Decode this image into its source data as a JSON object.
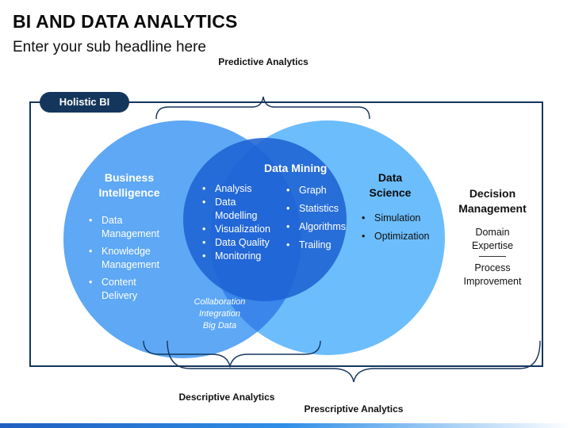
{
  "header": {
    "title": "BI AND DATA ANALYTICS",
    "subtitle": "Enter your sub headline here"
  },
  "badge": {
    "label": "Holistic BI"
  },
  "bracket_labels": {
    "predictive": "Predictive Analytics",
    "descriptive": "Descriptive Analytics",
    "prescriptive": "Prescriptive Analytics"
  },
  "business_intelligence": {
    "title_line1": "Business",
    "title_line2": "Intelligence",
    "items": [
      [
        "Data",
        "Management"
      ],
      [
        "Knowledge",
        "Management"
      ],
      [
        "Content",
        "Delivery"
      ]
    ]
  },
  "overlap": {
    "items": [
      "Analysis",
      "Data",
      "Modelling",
      "Visualization",
      "Data Quality",
      "Monitoring"
    ],
    "collab": [
      "Collaboration",
      "Integration",
      "Big Data"
    ]
  },
  "data_mining": {
    "title": "Data Mining",
    "items": [
      "Graph",
      "Statistics",
      "Algorithms",
      "Trailing"
    ]
  },
  "data_science": {
    "title_line1": "Data",
    "title_line2": "Science",
    "items": [
      "Simulation",
      "Optimization"
    ]
  },
  "decision_management": {
    "title_line1": "Decision",
    "title_line2": "Management",
    "item1_line1": "Domain",
    "item1_line2": "Expertise",
    "item2_line1": "Process",
    "item2_line2": "Improvement"
  },
  "colors": {
    "navy": "#15365c",
    "bi_circle": "#5ea8f5",
    "ds_circle": "#6cbdfb",
    "overlap": "#3a86eb",
    "dm_circle": "#1f63d4"
  }
}
